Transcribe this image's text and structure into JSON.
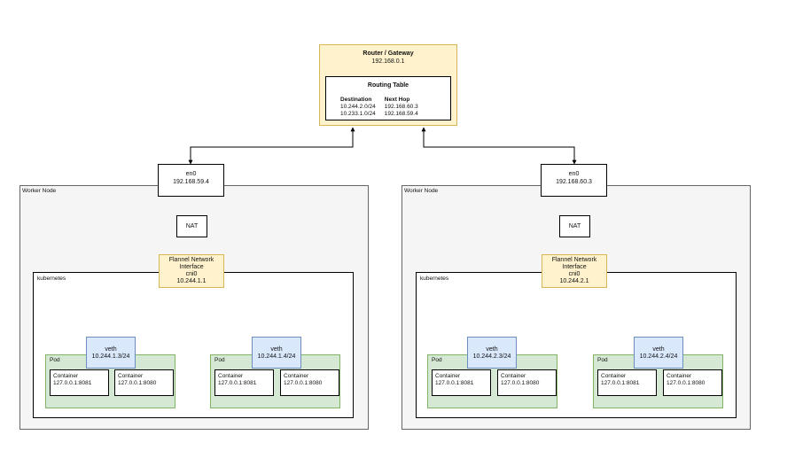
{
  "router": {
    "title": "Router / Gateway",
    "ip": "192.168.0.1",
    "routing_table": {
      "title": "Routing Table",
      "col_destination": "Destination",
      "col_next_hop": "Next Hop",
      "rows": [
        {
          "destination": "10.244.2.0/24",
          "next_hop": "192.168.60.3"
        },
        {
          "destination": "10.233.1.0/24",
          "next_hop": "192.168.59.4"
        }
      ]
    }
  },
  "nodes": [
    {
      "label": "Worker Node",
      "en0": {
        "name": "en0",
        "ip": "192.168.59.4"
      },
      "nat": "NAT",
      "flannel": {
        "line1": "Flannel Network",
        "line2": "Interface",
        "line3": "cni0",
        "ip": "10.244.1.1"
      },
      "kubernetes": "kubernetes",
      "pods": [
        {
          "label": "Pod",
          "veth": {
            "name": "veth",
            "ip": "10.244.1.3/24"
          },
          "containers": [
            {
              "name": "Container",
              "addr": "127.0.0.1:8081"
            },
            {
              "name": "Container",
              "addr": "127.0.0.1:8080"
            }
          ]
        },
        {
          "label": "Pod",
          "veth": {
            "name": "veth",
            "ip": "10.244.1.4/24"
          },
          "containers": [
            {
              "name": "Container",
              "addr": "127.0.0.1:8081"
            },
            {
              "name": "Container",
              "addr": "127.0.0.1:8080"
            }
          ]
        }
      ]
    },
    {
      "label": "Worker Node",
      "en0": {
        "name": "en0",
        "ip": "192.168.60.3"
      },
      "nat": "NAT",
      "flannel": {
        "line1": "Flannel Network",
        "line2": "Interface",
        "line3": "cni0",
        "ip": "10.244.2.1"
      },
      "kubernetes": "kubernetes",
      "pods": [
        {
          "label": "Pod",
          "veth": {
            "name": "veth",
            "ip": "10.244.2.3/24"
          },
          "containers": [
            {
              "name": "Container",
              "addr": "127.0.0.1:8081"
            },
            {
              "name": "Container",
              "addr": "127.0.0.1:8080"
            }
          ]
        },
        {
          "label": "Pod",
          "veth": {
            "name": "veth",
            "ip": "10.244.2.4/24"
          },
          "containers": [
            {
              "name": "Container",
              "addr": "127.0.0.1:8081"
            },
            {
              "name": "Container",
              "addr": "127.0.0.1:8080"
            }
          ]
        }
      ]
    }
  ]
}
